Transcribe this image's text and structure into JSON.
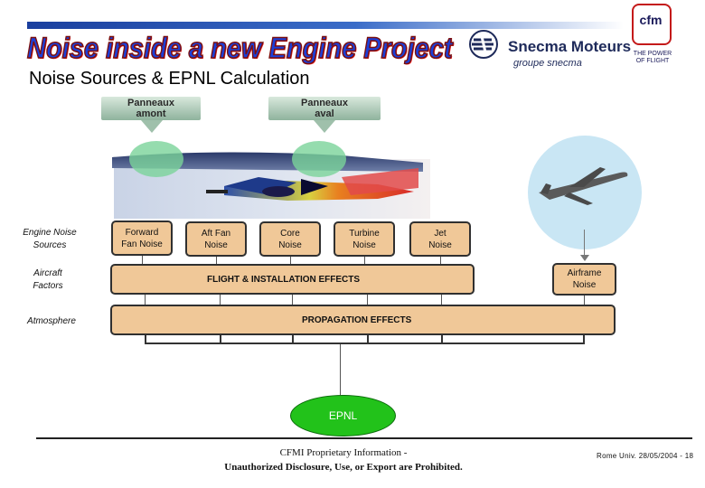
{
  "header": {
    "title": "Noise inside a new Engine Project",
    "subtitle": "Noise Sources & EPNL Calculation",
    "company_name": "Snecma Moteurs",
    "company_group": "groupe snecma",
    "cfm_logo": "cfm",
    "cfm_slogan_line1": "THE POWER",
    "cfm_slogan_line2": "OF FLIGHT"
  },
  "engine_image": {
    "panel_upstream_line1": "Panneaux",
    "panel_upstream_line2": "amont",
    "panel_downstream_line1": "Panneaux",
    "panel_downstream_line2": "aval",
    "icon": "engine-cutaway-icon"
  },
  "rows": {
    "engine_noise_line1": "Engine Noise",
    "engine_noise_line2": "Sources",
    "aircraft_line1": "Aircraft",
    "aircraft_line2": "Factors",
    "atmosphere": "Atmosphere"
  },
  "sources": [
    {
      "line1": "Forward",
      "line2": "Fan Noise"
    },
    {
      "line1": "Aft Fan",
      "line2": "Noise"
    },
    {
      "line1": "Core",
      "line2": "Noise"
    },
    {
      "line1": "Turbine",
      "line2": "Noise"
    },
    {
      "line1": "Jet",
      "line2": "Noise"
    }
  ],
  "airframe": {
    "line1": "Airframe",
    "line2": "Noise",
    "icon": "airplane-icon"
  },
  "effects": {
    "flight_installation": "FLIGHT & INSTALLATION EFFECTS",
    "propagation": "PROPAGATION EFFECTS"
  },
  "result": "EPNL",
  "footer": {
    "line1": "CFMI Proprietary Information -",
    "line2": "Unauthorized Disclosure, Use, or Export are Prohibited.",
    "right": "Rome Univ. 28/05/2004 - 18"
  },
  "colors": {
    "title_blue": "#1c3fd8",
    "box_fill": "#f0c898",
    "epnl_green": "#22c21a",
    "airframe_circle": "#c9e6f4"
  }
}
